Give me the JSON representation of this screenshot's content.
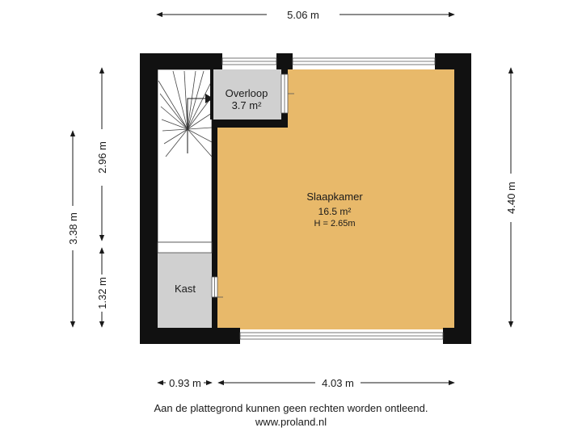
{
  "dimensions": {
    "top_width": "5.06 m",
    "left_outer": "3.38 m",
    "left_upper": "2.96 m",
    "left_lower": "1.32 m",
    "right_height": "4.40 m",
    "bottom_left": "0.93 m",
    "bottom_right": "4.03 m"
  },
  "rooms": {
    "slaapkamer": {
      "name": "Slaapkamer",
      "area": "16.5 m²",
      "height": "H = 2.65m",
      "color": "#e8b96a"
    },
    "overloop": {
      "name": "Overloop",
      "area": "3.7 m²",
      "color": "#d0d0d0"
    },
    "kast": {
      "name": "Kast",
      "color": "#d0d0d0"
    }
  },
  "footer": {
    "disclaimer": "Aan de plattegrond kunnen geen rechten worden ontleend.",
    "website": "www.proland.nl"
  }
}
